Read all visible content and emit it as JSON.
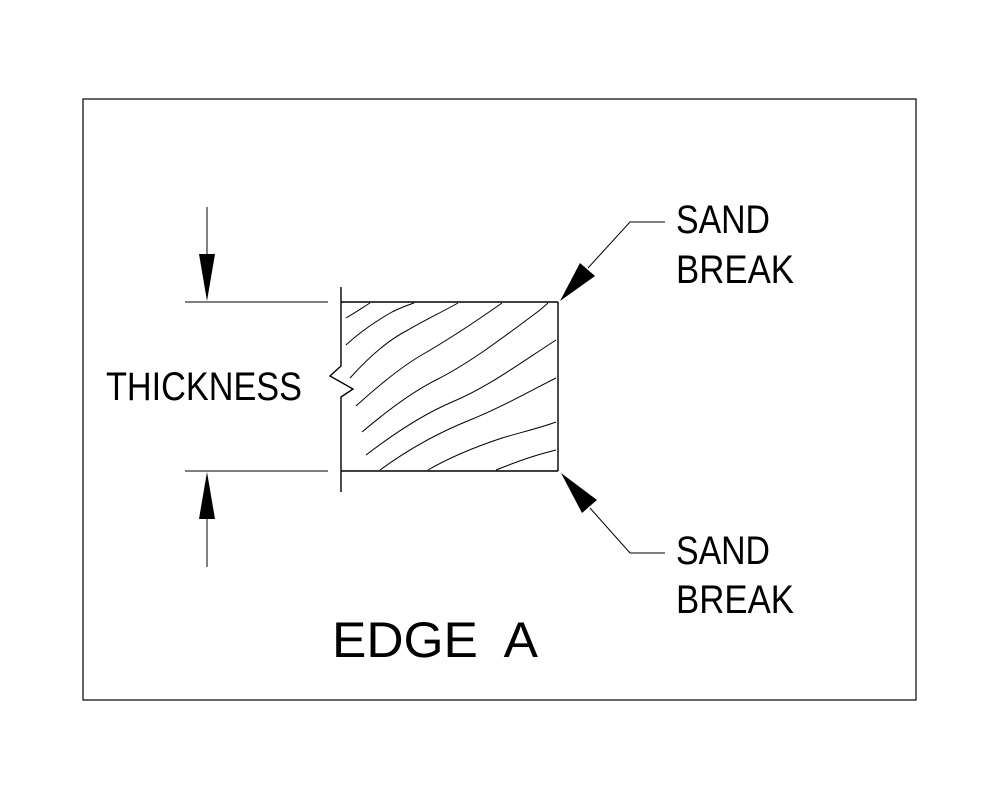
{
  "labels": {
    "thickness": "THICKNESS",
    "top_callout_line1": "SAND",
    "top_callout_line2": "BREAK",
    "bottom_callout_line1": "SAND",
    "bottom_callout_line2": "BREAK",
    "title": "EDGE  A"
  },
  "colors": {
    "ink": "#000000",
    "background": "#ffffff"
  }
}
